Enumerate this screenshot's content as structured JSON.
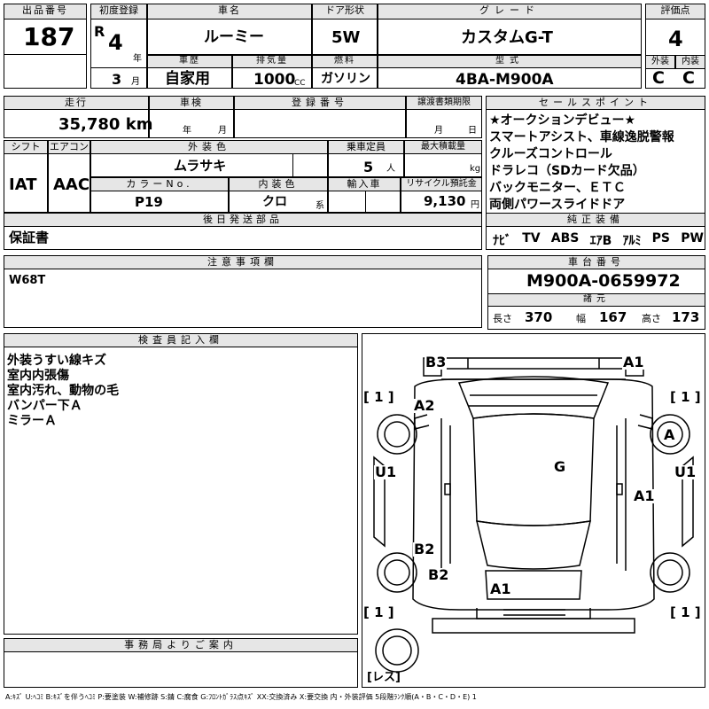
{
  "lot": {
    "label": "出品番号",
    "value": "187"
  },
  "first_reg": {
    "label": "初度登録",
    "era": "R",
    "year": "4",
    "year_unit": "年",
    "month": "3",
    "month_unit": "月"
  },
  "model_name": {
    "label": "車名",
    "value": "ルーミー"
  },
  "door": {
    "label": "ドア形状",
    "value": "5W"
  },
  "grade": {
    "label": "グレード",
    "value": "カスタムG-T"
  },
  "score": {
    "label": "評価点",
    "value": "4",
    "ext_label": "外装",
    "int_label": "内装",
    "ext_value": "C",
    "int_value": "C"
  },
  "history": {
    "label": "車歴",
    "value": "自家用"
  },
  "displacement": {
    "label": "排気量",
    "value": "1000",
    "unit": "CC"
  },
  "fuel": {
    "label": "燃料",
    "value": "ガソリン"
  },
  "model_code": {
    "label": "型式",
    "value": "4BA-M900A"
  },
  "mileage": {
    "label": "走行",
    "value": "35,780 km"
  },
  "inspection": {
    "label": "車検",
    "year_unit": "年",
    "month_unit": "月"
  },
  "reg_number": {
    "label": "登録番号"
  },
  "transfer_deadline": {
    "label": "譲渡書類期限",
    "month_unit": "月",
    "day_unit": "日"
  },
  "shift": {
    "label": "シフト",
    "value": "IAT"
  },
  "aircon": {
    "label": "エアコン",
    "value": "AAC"
  },
  "exterior_color": {
    "label": "外装色",
    "value": "ムラサキ"
  },
  "capacity": {
    "label": "乗車定員",
    "value": "5",
    "unit": "人"
  },
  "max_load": {
    "label": "最大積載量",
    "unit": "kg"
  },
  "color_no": {
    "label": "カラーNo.",
    "value": "P19"
  },
  "interior_color": {
    "label": "内装色",
    "value": "クロ",
    "unit": "系"
  },
  "import": {
    "label": "輸入車"
  },
  "recycle": {
    "label": "リサイクル預託金",
    "value": "9,130",
    "unit": "円"
  },
  "later_parts": {
    "label": "後日発送部品",
    "value": "保証書"
  },
  "sales_points": {
    "label": "セールスポイント",
    "items": [
      "★オークションデビュー★",
      "スマートアシスト、車線逸脱警報",
      "クルーズコントロール",
      "ドラレコ（SDカード欠品）",
      "バックモニター、ＥＴＣ",
      "両側パワースライドドア"
    ]
  },
  "equipment": {
    "label": "純正装備",
    "items": [
      "ﾅﾋﾞ",
      "TV",
      "ABS",
      "ｴｱB",
      "ｱﾙﾐ",
      "PS",
      "PW"
    ]
  },
  "notes": {
    "label": "注意事項欄",
    "value": "W68T"
  },
  "chassis": {
    "label": "車台番号",
    "value": "M900A-0659972"
  },
  "dimensions": {
    "label": "諸元",
    "length_label": "長さ",
    "length": "370",
    "width_label": "幅",
    "width": "167",
    "height_label": "高さ",
    "height": "173"
  },
  "inspector": {
    "label": "検査員記入欄",
    "lines": [
      "外装うすい線キズ",
      "室内内張傷",
      "室内汚れ、動物の毛",
      "バンパー下Ａ",
      "ミラーＡ"
    ]
  },
  "office": {
    "label": "事務局よりご案内"
  },
  "diagram": {
    "marks": [
      "B3",
      "A1",
      "A2",
      "A",
      "U1",
      "U1",
      "G",
      "A1",
      "B2",
      "B2",
      "A1"
    ],
    "tire_marks": [
      "[ 1 ]",
      "[ 1 ]",
      "[ 1 ]",
      "[ 1 ]"
    ],
    "spare": "[レス]"
  },
  "legend": "A:ｷｽﾞ U:ﾍｺﾐ B:ｷｽﾞを伴うﾍｺﾐ P:要塗装 W:補修跡 S:錆 C:腐食 G:ﾌﾛﾝﾄｶﾞﾗｽ点ｷｽﾞ XX:交換済み X:要交換 内・外装評価 5段階ﾗﾝｸ順(A・B・C・D・E) 1"
}
